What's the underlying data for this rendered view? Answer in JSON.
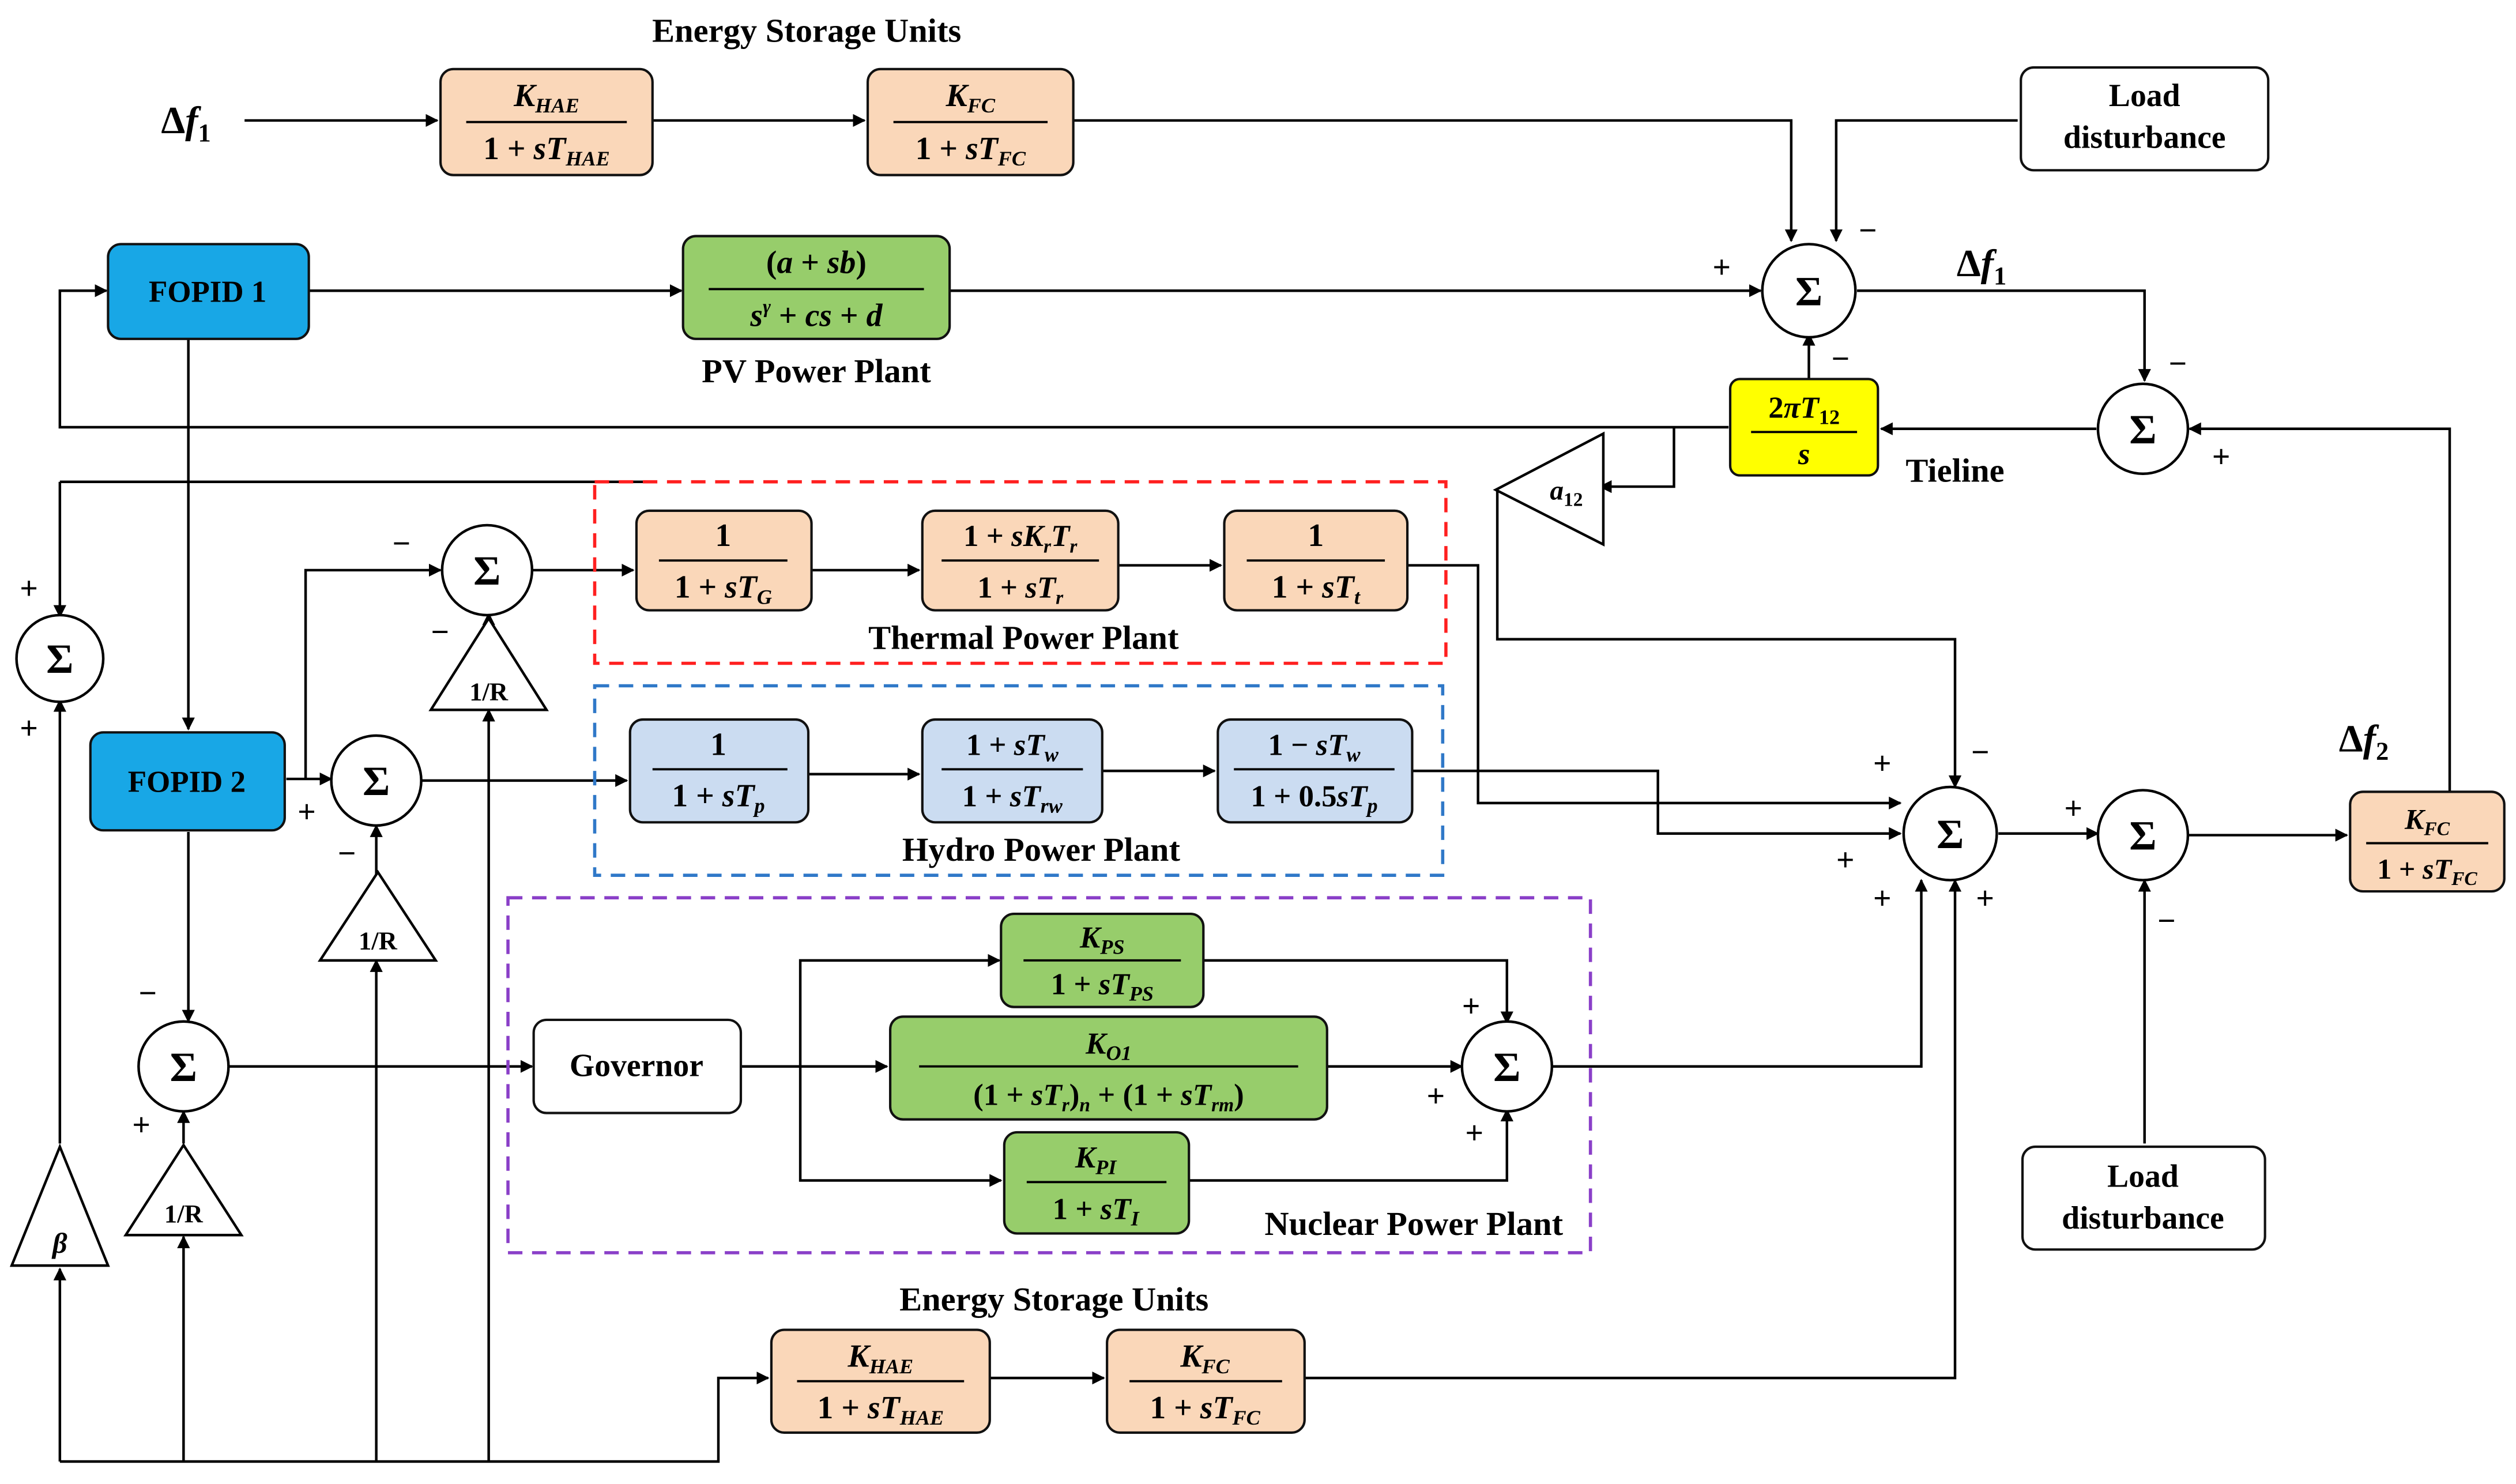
{
  "colors": {
    "orange_block": "#fad7b9",
    "green_block": "#97cd6b",
    "blue_block": "#cbdcf1",
    "fopid_block": "#18a7e6",
    "tieline_block": "#ffff00",
    "thermal_box": "#ff2020",
    "hydro_box": "#2f78c8",
    "nuclear_box": "#8a3fc8"
  },
  "labels": {
    "ess_top": "Energy Storage Units",
    "ess_bottom": "Energy Storage Units",
    "pv_plant": "PV Power Plant",
    "tieline": "Tieline",
    "thermal_plant": "Thermal Power Plant",
    "hydro_plant": "Hydro Power Plant",
    "nuclear_plant": "Nuclear Power Plant",
    "df1_input_delta": "Δ",
    "df1_input_f": "f",
    "df1_input_sub": "1",
    "df1_out_delta": "Δ",
    "df1_out_f": "f",
    "df1_out_sub": "1",
    "df2_delta": "Δ",
    "df2_f": "f",
    "df2_sub": "2"
  },
  "blocks": {
    "fopid1": "FOPID 1",
    "fopid2": "FOPID 2",
    "governor": "Governor",
    "load_dist_top": [
      "Load",
      "disturbance"
    ],
    "load_dist_bottom": [
      "Load",
      "disturbance"
    ],
    "sum_symbol": "Σ",
    "gain_1_over_R": "1/R",
    "gain_beta": "β",
    "gain_alpha": "a",
    "gain_alpha_sub": "12"
  },
  "signs": {
    "plus": "+",
    "minus": "−"
  }
}
